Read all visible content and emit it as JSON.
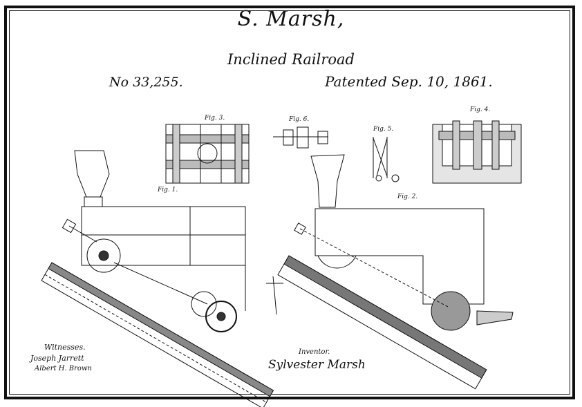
{
  "header": {
    "inventor_name": "S. Marsh,",
    "title": "Inclined Railroad",
    "patent_number": "No 33,255.",
    "patent_date": "Patented Sep. 10, 1861."
  },
  "figures": {
    "fig1": "Fig. 1.",
    "fig2": "Fig. 2.",
    "fig3": "Fig. 3.",
    "fig4": "Fig. 4.",
    "fig5": "Fig. 5.",
    "fig6": "Fig. 6."
  },
  "witnesses": {
    "label": "Witnesses.",
    "names": [
      "Joseph Jarrett",
      "Albert H. Brown"
    ]
  },
  "inventor": {
    "label": "Inventor.",
    "signature": "Sylvester Marsh"
  }
}
